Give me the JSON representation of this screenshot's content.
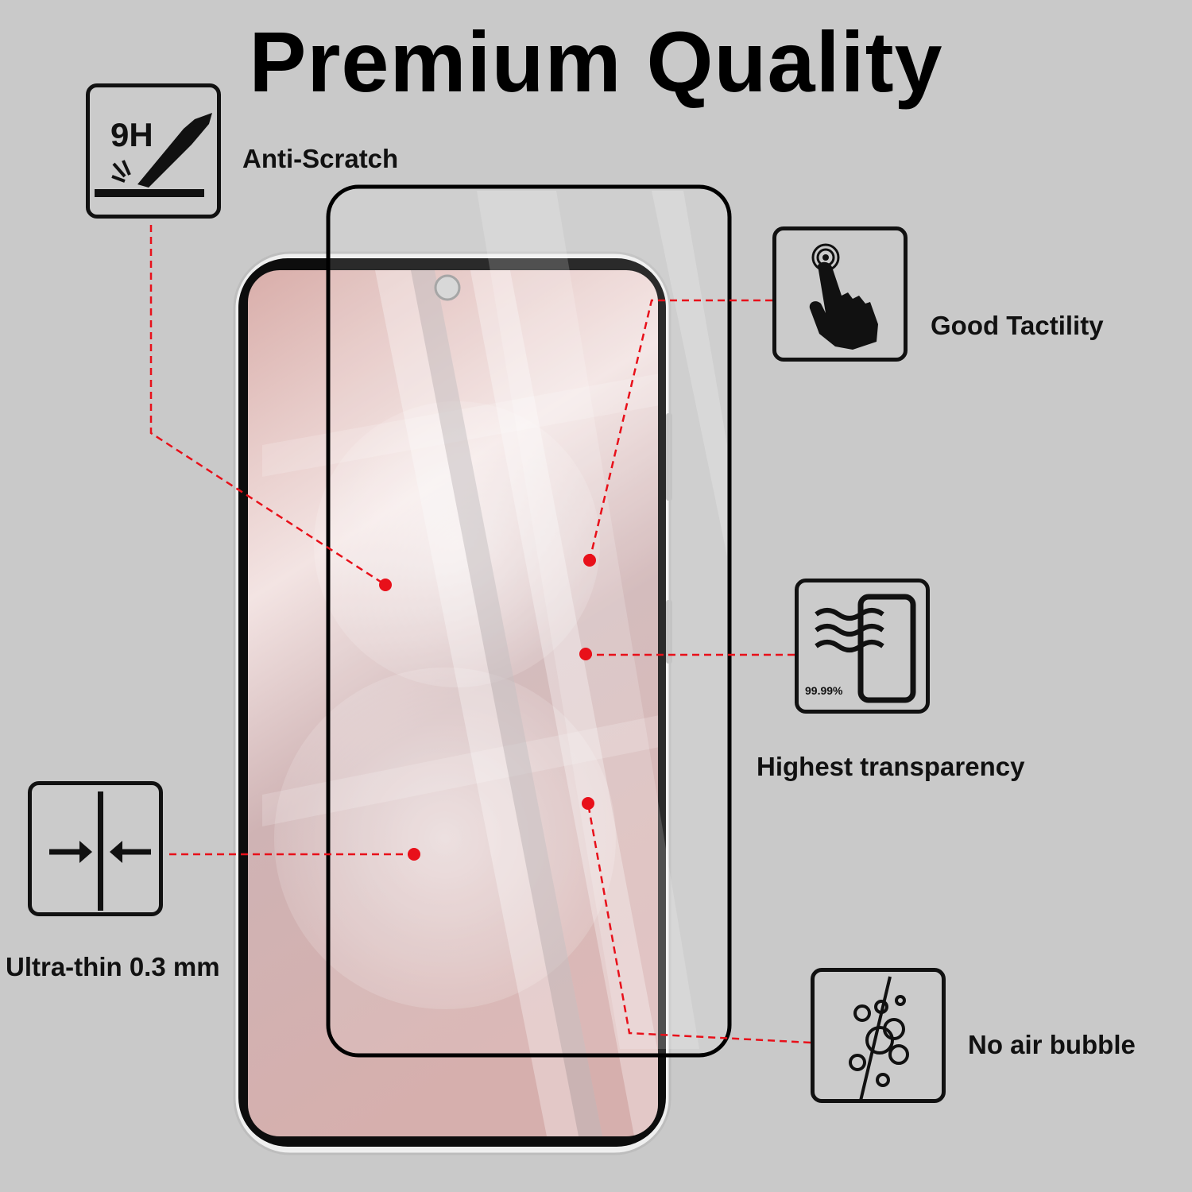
{
  "title": "Premium Quality",
  "features": [
    {
      "id": "anti-scratch",
      "label": "Anti-Scratch",
      "icon": "knife-9h-icon",
      "icon_text": "9H"
    },
    {
      "id": "good-tactility",
      "label": "Good Tactility",
      "icon": "touch-hand-icon"
    },
    {
      "id": "highest-transparency",
      "label": "Highest transparency",
      "icon": "transparency-waves-icon",
      "icon_text": "99.99%"
    },
    {
      "id": "ultra-thin",
      "label": "Ultra-thin 0.3 mm",
      "icon": "thin-arrows-icon"
    },
    {
      "id": "no-air-bubble",
      "label": "No air bubble",
      "icon": "bubbles-icon"
    }
  ],
  "colors": {
    "background": "#c9c9c9",
    "accent": "#e8101a",
    "screen": "#d8b8b6",
    "outline": "#111111"
  }
}
